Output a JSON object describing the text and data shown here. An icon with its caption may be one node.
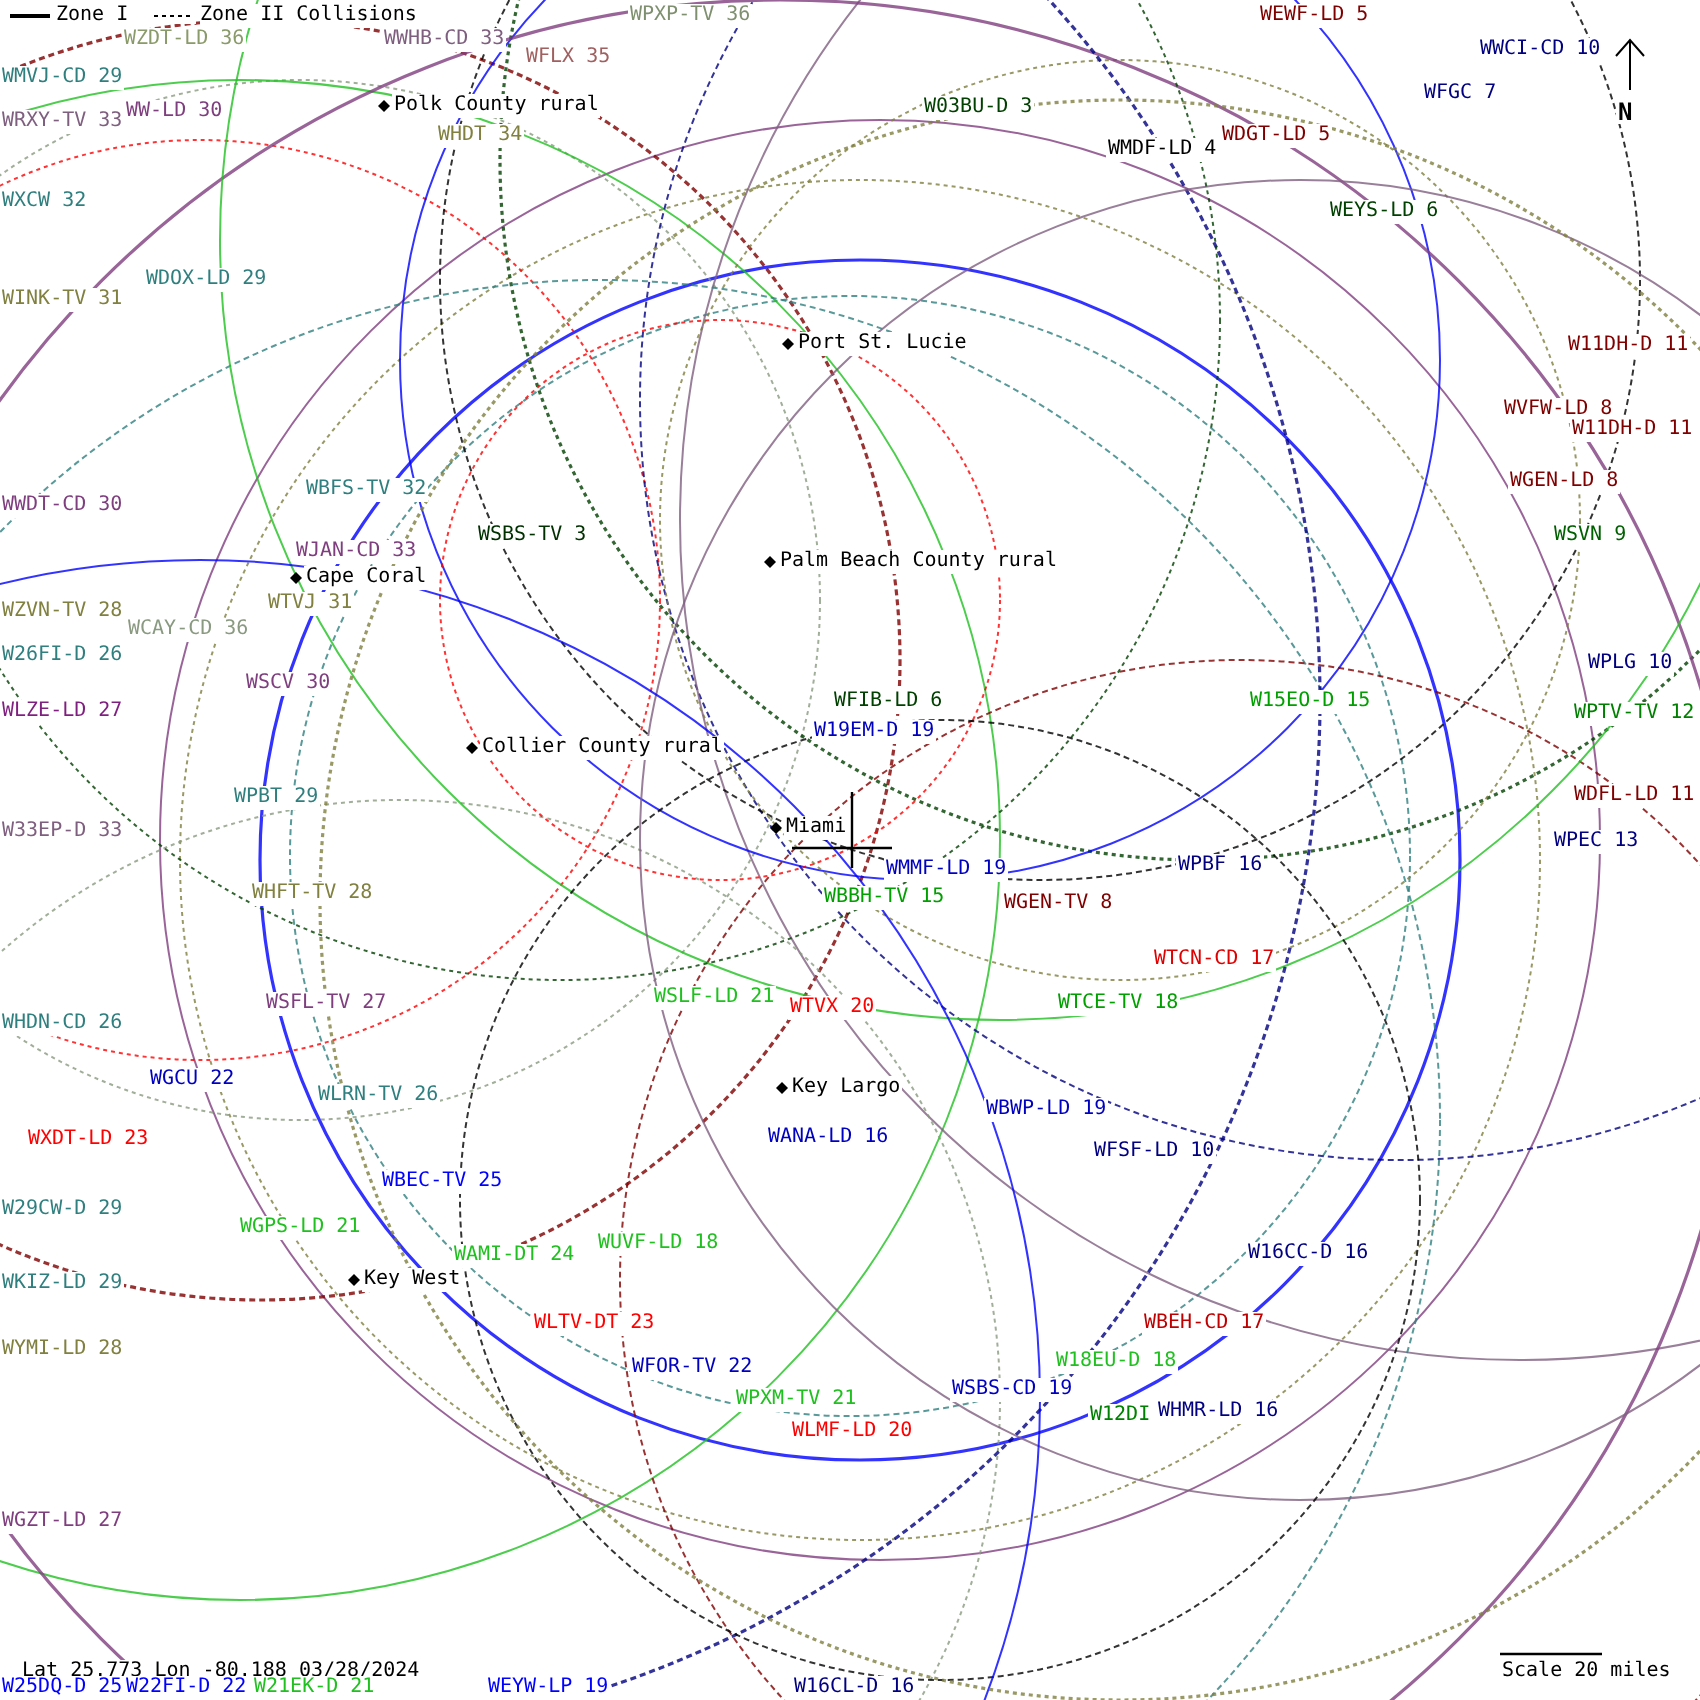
{
  "diagram": {
    "labels": [
      "WPXP-TV 36",
      "WEWF-LD 5",
      "WZDT-LD 36",
      "WWHB-CD 33",
      "WWCI-CD 10",
      "WFLX 35",
      "WMVJ-CD 29",
      "WFGC 7",
      "WW-LD 30",
      "WRXY-TV 33",
      "Polk County rural",
      "WHDT 34",
      "W03BU-D 3",
      "WDGT-LD 5",
      "WMDF-LD 4",
      "WXCW 32",
      "WEYS-LD 6",
      "WDOX-LD 29",
      "WINK-TV 31",
      "Port St. Lucie",
      "W11DH-D 11",
      "WVFW-LD 8",
      "W11DH-D 11",
      "WBFS-TV 32",
      "WGEN-LD 8",
      "WWDT-CD 30",
      "WSBS-TV 3",
      "WSVN 9",
      "WJAN-CD 33",
      "Cape Coral",
      "Palm Beach County rural",
      "WTVJ 31",
      "WZVN-TV 28",
      "WCAY-CD 36",
      "W26FI-D 26",
      "WPLG 10",
      "WSCV 30",
      "WLZE-LD 27",
      "WFIB-LD 6",
      "W15EO-D 15",
      "WPTV-TV 12",
      "W19EM-D 19",
      "Collier County rural",
      "WPBT 29",
      "WDFL-LD 11",
      "W33EP-D 33",
      "WPEC 13",
      "Miami",
      "WMMF-LD 19",
      "WPBF 16",
      "WHFT-TV 28",
      "WBBH-TV 15",
      "WGEN-TV 8",
      "WTCN-CD 17",
      "WSFL-TV 27",
      "WSLF-LD 21",
      "WTVX 20",
      "WTCE-TV 18",
      "WHDN-CD 26",
      "WGCU 22",
      "WLRN-TV 26",
      "Key Largo",
      "WANA-LD 16",
      "WBWP-LD 19",
      "WXDT-LD 23",
      "WFSF-LD 10",
      "WBEC-TV 25",
      "W29CW-D 29",
      "WGPS-LD 21",
      "WUVF-LD 18",
      "WAMI-DT 24",
      "W16CC-D 16",
      "WKIZ-LD 29",
      "Key West",
      "WLTV-DT 23",
      "WBEH-CD 17",
      "WYMI-LD 28",
      "WFOR-TV 22",
      "W18EU-D 18",
      "WPXM-TV 21",
      "WSBS-CD 19",
      "W12DI",
      "WHMR-LD 16",
      "WLMF-LD 20",
      "WGZT-LD 27",
      "Lat 25.773 Lon -80.188 03/28/2024",
      "Scale 20 miles",
      "W25DQ-D 25",
      "W22FI-D 22",
      "W21EK-D 21",
      "WEYW-LP 19",
      "W16CL-D 16",
      "N"
    ],
    "legend": [
      {
        "text": "Zone I"
      },
      {
        "text": "Zone II Collisions"
      }
    ]
  }
}
